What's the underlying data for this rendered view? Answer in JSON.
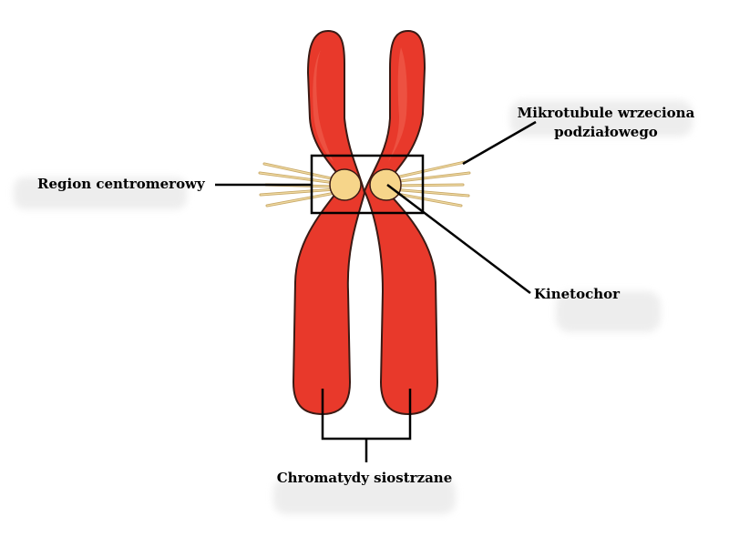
{
  "labels": {
    "centromere_region": "Region centromerowy",
    "spindle_microtubules_line1": "Mikrotubule wrzeciona",
    "spindle_microtubules_line2": "podziałowego",
    "kinetochore": "Kinetochor",
    "sister_chromatids": "Chromatydy siostrzane"
  },
  "colors": {
    "chromatid_fill": "#e8392b",
    "chromatid_stroke": "#3a1a14",
    "kinetochore_fill": "#f6d58a",
    "microtubule_color": "#d9b978",
    "leader_line": "#000000"
  }
}
